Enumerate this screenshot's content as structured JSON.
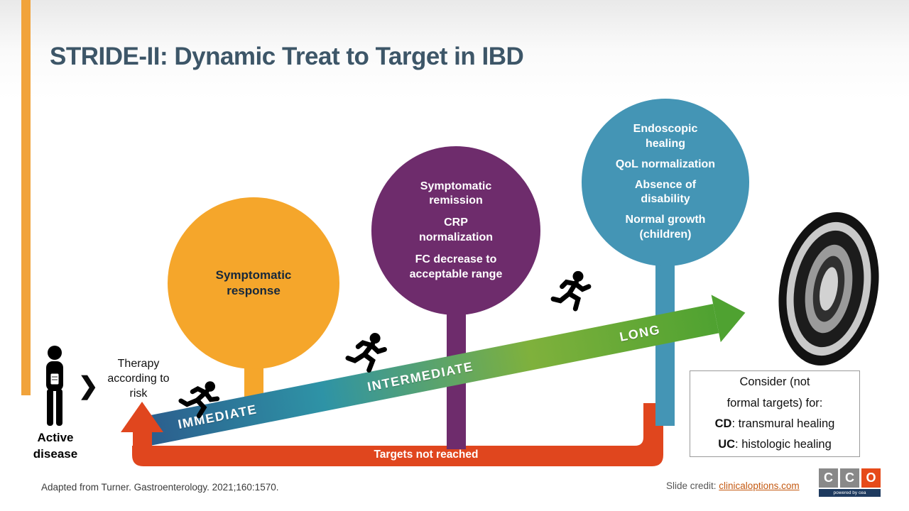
{
  "slide": {
    "title": "STRIDE-II: Dynamic Treat to Target in IBD",
    "citation": "Adapted from Turner. Gastroenterology. 2021;160:1570.",
    "credit_label": "Slide credit: ",
    "credit_link": "clinicaloptions.com"
  },
  "colors": {
    "accent_orange": "#F5A62B",
    "accent_purple": "#6E2C6C",
    "accent_teal": "#4495B5",
    "loop_red": "#E0461E",
    "timeline_gradient_start": "#2B5B8C",
    "timeline_gradient_mid": "#2E93A6",
    "timeline_gradient_end": "#4FA231",
    "title_color": "#3D5668"
  },
  "diagram": {
    "start": {
      "active_disease": "Active disease",
      "therapy": "Therapy according to risk"
    },
    "icons": {
      "chevron_right": "❯"
    },
    "timeline": {
      "immediate": "IMMEDIATE",
      "intermediate": "INTERMEDIATE",
      "long": "LONG"
    },
    "loop_label": "Targets not reached",
    "circles": [
      {
        "name": "short-term-targets",
        "items": [
          "Symptomatic response"
        ]
      },
      {
        "name": "intermediate-targets",
        "items": [
          "Symptomatic remission",
          "CRP normalization",
          "FC decrease to acceptable range"
        ]
      },
      {
        "name": "long-term-targets",
        "items": [
          "Endoscopic healing",
          "QoL normalization",
          "Absence of disability",
          "Normal growth (children)"
        ]
      }
    ],
    "consider_box": {
      "line1": "Consider (not",
      "line2": "formal targets) for:",
      "cd_label": "CD",
      "cd_rest": ": transmural healing",
      "uc_label": "UC",
      "uc_rest": ": histologic healing"
    }
  },
  "logo": {
    "letters": [
      "C",
      "C",
      "O"
    ],
    "powered": "powered by cea"
  }
}
